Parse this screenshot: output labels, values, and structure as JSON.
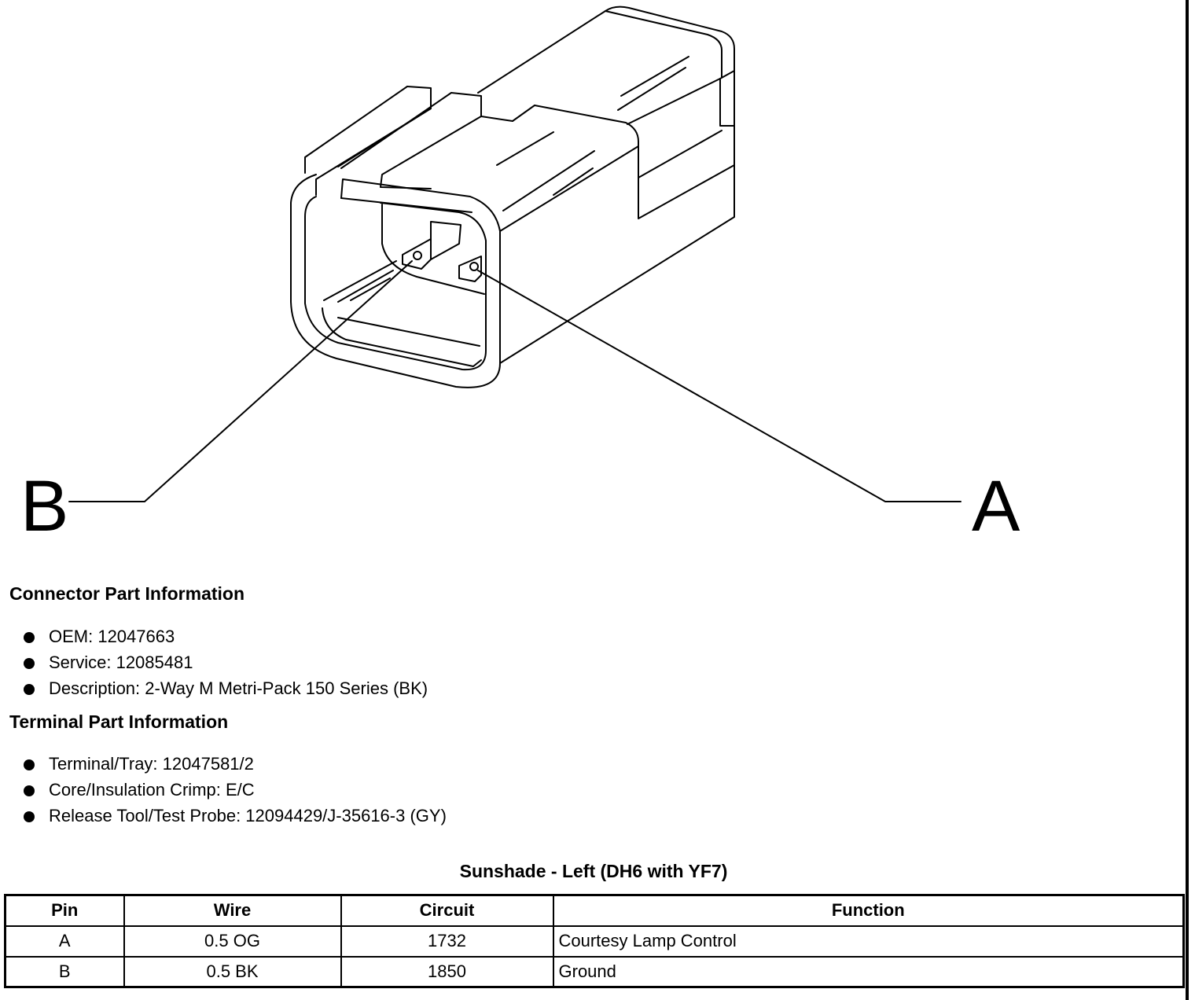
{
  "diagram": {
    "pin_labels": [
      "B",
      "A"
    ]
  },
  "connector_info": {
    "heading": "Connector Part Information",
    "items": [
      "OEM: 12047663",
      "Service: 12085481",
      "Description: 2-Way M Metri-Pack 150 Series (BK)"
    ]
  },
  "terminal_info": {
    "heading": "Terminal Part Information",
    "items": [
      "Terminal/Tray: 12047581/2",
      "Core/Insulation Crimp: E/C",
      "Release Tool/Test Probe: 12094429/J-35616-3 (GY)"
    ]
  },
  "table": {
    "title": "Sunshade - Left (DH6 with YF7)",
    "headers": [
      "Pin",
      "Wire",
      "Circuit",
      "Function"
    ],
    "rows": [
      [
        "A",
        "0.5 OG",
        "1732",
        "Courtesy Lamp Control"
      ],
      [
        "B",
        "0.5 BK",
        "1850",
        "Ground"
      ]
    ]
  }
}
